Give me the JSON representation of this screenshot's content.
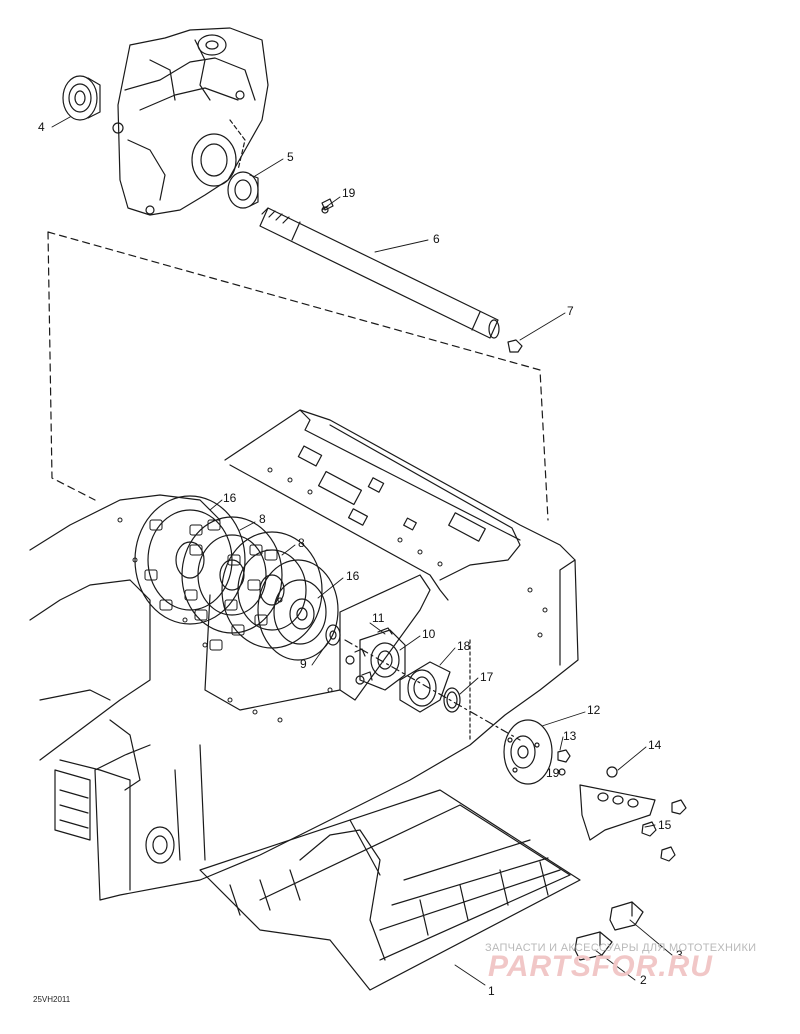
{
  "callouts": [
    {
      "id": "c1",
      "text": "1"
    },
    {
      "id": "c2",
      "text": "2"
    },
    {
      "id": "c3",
      "text": "3"
    },
    {
      "id": "c4",
      "text": "4"
    },
    {
      "id": "c5",
      "text": "5"
    },
    {
      "id": "c6",
      "text": "6"
    },
    {
      "id": "c7",
      "text": "7"
    },
    {
      "id": "c8a",
      "text": "8"
    },
    {
      "id": "c8b",
      "text": "8"
    },
    {
      "id": "c9",
      "text": "9"
    },
    {
      "id": "c10",
      "text": "10"
    },
    {
      "id": "c11",
      "text": "11"
    },
    {
      "id": "c12",
      "text": "12"
    },
    {
      "id": "c13",
      "text": "13"
    },
    {
      "id": "c14",
      "text": "14"
    },
    {
      "id": "c15",
      "text": "15"
    },
    {
      "id": "c16a",
      "text": "16"
    },
    {
      "id": "c16b",
      "text": "16"
    },
    {
      "id": "c17",
      "text": "17"
    },
    {
      "id": "c18",
      "text": "18"
    },
    {
      "id": "c19a",
      "text": "19"
    },
    {
      "id": "c19b",
      "text": "19"
    }
  ],
  "watermark": {
    "tagline": "ЗАПЧАСТИ И АКСЕССУАРЫ ДЛЯ МОТОТЕХНИКИ",
    "brand": "PARTSFOR.RU"
  },
  "drawing_code": "25VH2011"
}
